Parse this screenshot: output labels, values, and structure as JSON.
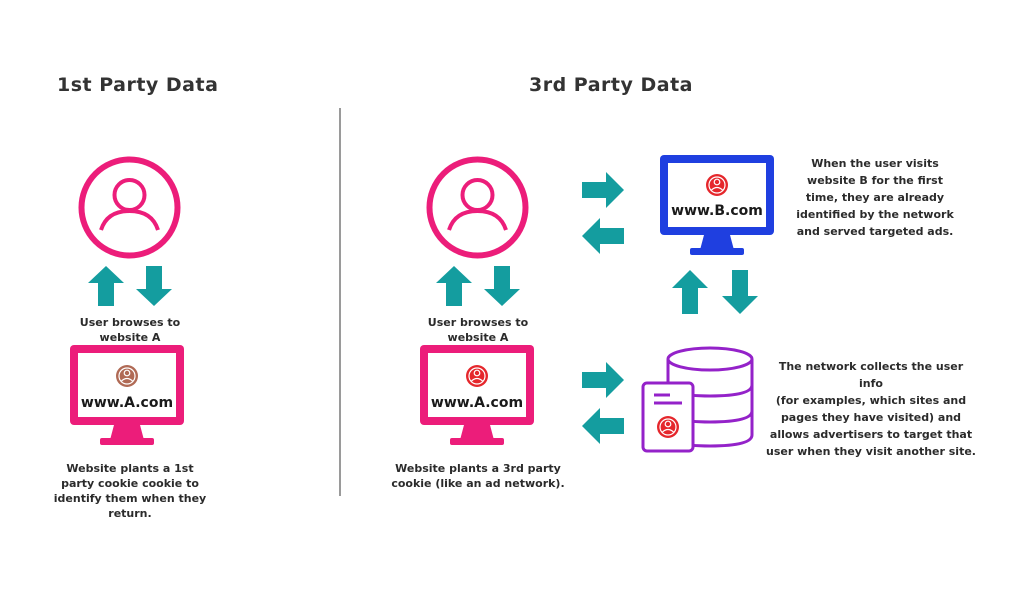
{
  "colors": {
    "pink": "#ec1d7a",
    "teal": "#149d9f",
    "blue": "#1f3fe0",
    "purple": "#9422c9",
    "red": "#e5272c",
    "brown": "#b06a55"
  },
  "left": {
    "title": "1st Party Data",
    "browse_caption": "User browses to\nwebsite A",
    "site_label": "www.A.com",
    "plant_caption": "Website plants a 1st\nparty cookie cookie to\nidentify them when they\nreturn."
  },
  "right": {
    "title": "3rd Party Data",
    "browse_caption": "User browses to\nwebsite A",
    "site_a_label": "www.A.com",
    "site_b_label": "www.B.com",
    "plant_caption": "Website plants a 3rd party\ncookie (like an ad network).",
    "site_b_caption": "When the user visits\nwebsite B for the first\ntime, they are already\nidentified by the network\nand served targeted ads.",
    "network_caption": "The network collects the user info\n(for examples, which sites and\npages they have visited) and\nallows advertisers to target that\nuser when they visit another site."
  }
}
